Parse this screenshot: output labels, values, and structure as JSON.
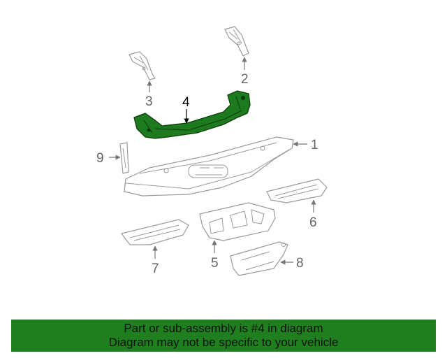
{
  "diagram": {
    "callouts": [
      "1",
      "2",
      "3",
      "4",
      "5",
      "6",
      "7",
      "8",
      "9"
    ],
    "highlight_color": "#1e7a1e",
    "part_color": "#9a9a9a"
  },
  "footer": {
    "line1": "Part or sub-assembly is #4 in diagram",
    "line2": "Diagram may not be specific to your vehicle",
    "background": "#1f7f1f"
  }
}
